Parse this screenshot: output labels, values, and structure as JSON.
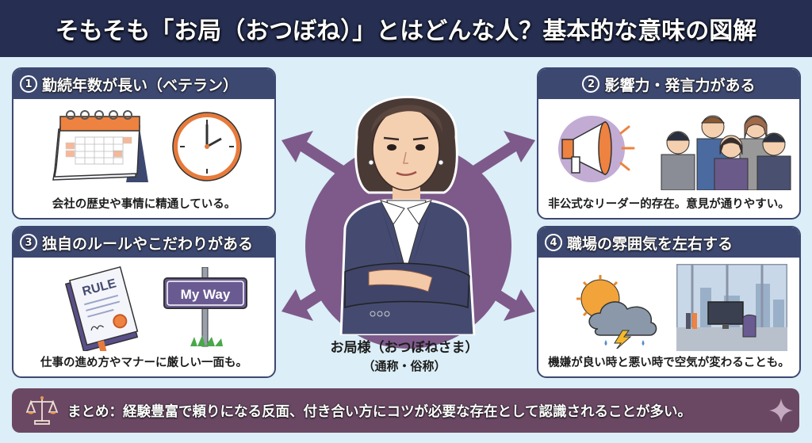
{
  "title": "そもそも「お局（おつぼね）」とはどんな人？基本的な意味の図解",
  "colors": {
    "title_bg": "#262f52",
    "card_header": "#3d4870",
    "accent_purple": "#7d5a8a",
    "accent_orange": "#e77b3c",
    "summary_bg": "#6a4864",
    "page_bg": "#dceef7"
  },
  "cards": [
    {
      "number": "1",
      "title": "勤続年数が長い（ベテラン）",
      "caption": "会社の歴史や事情に精通している。",
      "icons": [
        "calendar-icon",
        "clock-icon"
      ]
    },
    {
      "number": "2",
      "title": "影響力・発言力がある",
      "caption": "非公式なリーダー的存在。意見が通りやすい。",
      "icons": [
        "megaphone-icon",
        "colleagues-group-illustration"
      ]
    },
    {
      "number": "3",
      "title": "独自のルールやこだわりがある",
      "caption": "仕事の進め方やマナーに厳しい一面も。",
      "icons": [
        "rule-book-icon",
        "signpost-icon"
      ],
      "book_label": "RULE",
      "sign_label": "My Way"
    },
    {
      "number": "4",
      "title": "職場の雰囲気を左右する",
      "caption": "機嫌が良い時と悪い時で空気が変わることも。",
      "icons": [
        "sun-storm-cloud-icon",
        "office-desk-illustration"
      ]
    }
  ],
  "center": {
    "figure": "veteran-businesswoman-arms-crossed",
    "label": "お局様（おつぼねさま）",
    "sublabel": "（通称・俗称）"
  },
  "summary": {
    "icon": "scales-icon",
    "text": "まとめ：経験豊富で頼りになる反面、付き合い方にコツが必要な存在として認識されることが多い。"
  }
}
